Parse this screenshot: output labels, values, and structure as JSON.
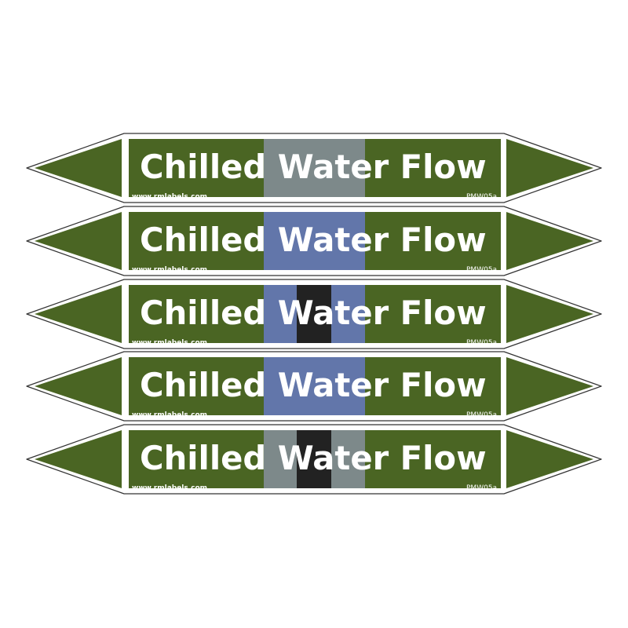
{
  "colors": {
    "green": "#4a6523",
    "grey": "#7d898a",
    "blue": "#6276aa",
    "black": "#222222",
    "outline": "#333333",
    "background": "#ffffff"
  },
  "markers": [
    {
      "text": "Chilled Water Flow",
      "website": "www.rmlabels.com",
      "code": "PMW05a",
      "bands": [
        "grey"
      ]
    },
    {
      "text": "Chilled Water Flow",
      "website": "www.rmlabels.com",
      "code": "PMW05a",
      "bands": [
        "blue"
      ]
    },
    {
      "text": "Chilled Water Flow",
      "website": "www.rmlabels.com",
      "code": "PMW05a",
      "bands": [
        "blue",
        "black",
        "blue"
      ]
    },
    {
      "text": "Chilled Water Flow",
      "website": "www.rmlabels.com",
      "code": "PMW05a",
      "bands": [
        "blue"
      ]
    },
    {
      "text": "Chilled Water Flow",
      "website": "www.rmlabels.com",
      "code": "PMW05a",
      "bands": [
        "grey",
        "black",
        "grey"
      ]
    }
  ]
}
